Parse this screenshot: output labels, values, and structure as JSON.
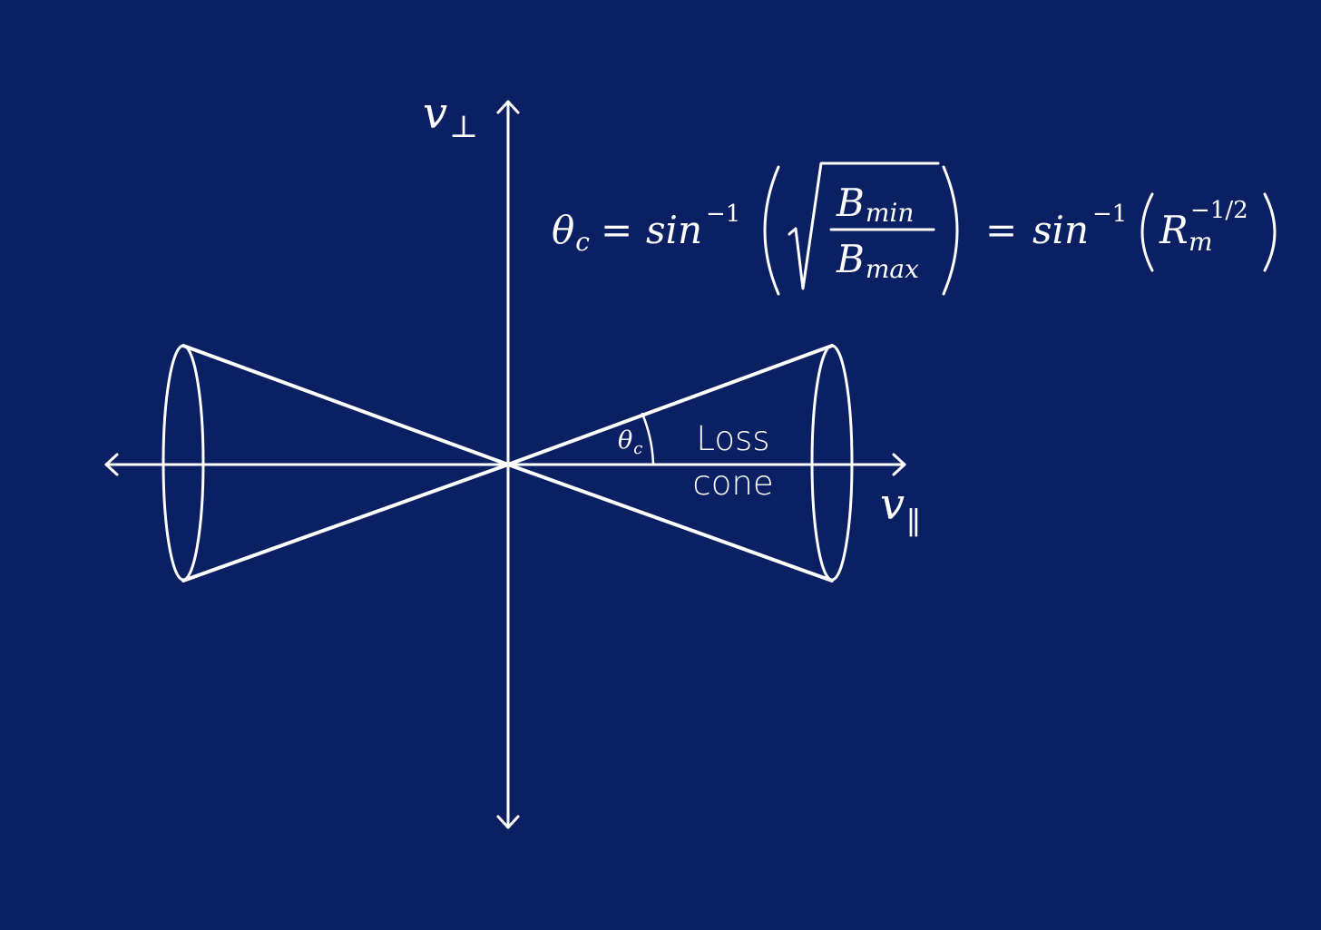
{
  "colors": {
    "background": "#0b2062",
    "foreground": "#ffffff"
  },
  "axes": {
    "vertical": {
      "symbol": "v",
      "subscript": "⊥"
    },
    "horizontal": {
      "symbol": "v",
      "subscript": "∥"
    }
  },
  "angle_label": {
    "symbol": "θ",
    "subscript": "c"
  },
  "loss_cone_label": {
    "line1": "Loss",
    "line2": "cone"
  },
  "equation": {
    "lhs_symbol": "θ",
    "lhs_subscript": "c",
    "equals": "=",
    "func": "sin",
    "func_exponent": "−1",
    "numerator_base": "B",
    "numerator_sub": "min",
    "denominator_base": "B",
    "denominator_sub": "max",
    "rhs_base": "R",
    "rhs_sub": "m",
    "rhs_exponent": "−1/2"
  }
}
